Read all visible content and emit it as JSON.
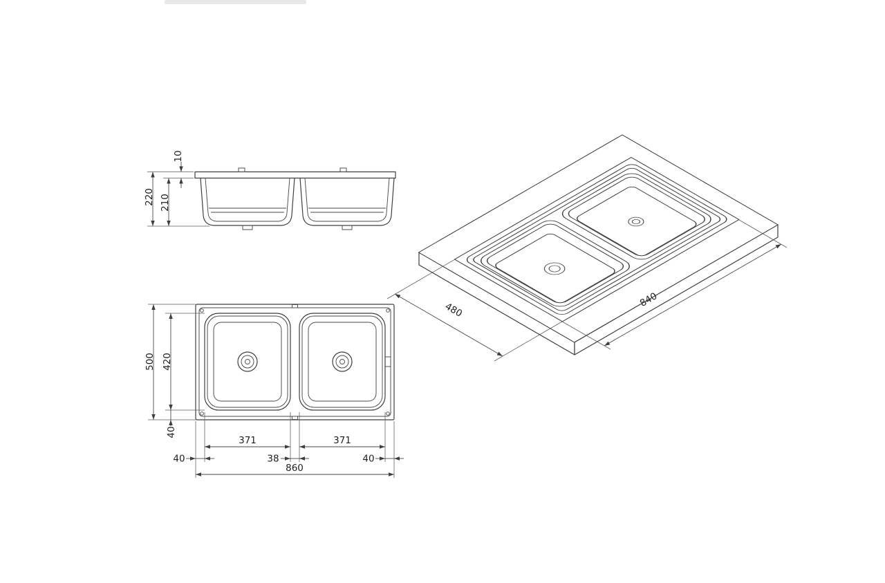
{
  "colors": {
    "background": "#ffffff",
    "line": "#3e3e3e",
    "label": "#1f1f1f"
  },
  "front_view": {
    "rim_height": "10",
    "overall_depth": "220",
    "bowl_depth": "210"
  },
  "plan_view": {
    "overall_length": "860",
    "overall_width": "500",
    "bowl_width": "420",
    "left_bowl_length": "371",
    "right_bowl_length": "371",
    "bowl_gap": "38",
    "left_margin": "40",
    "right_margin": "40",
    "front_margin": "40"
  },
  "iso_view": {
    "cutout_width": "480",
    "cutout_length": "840"
  }
}
